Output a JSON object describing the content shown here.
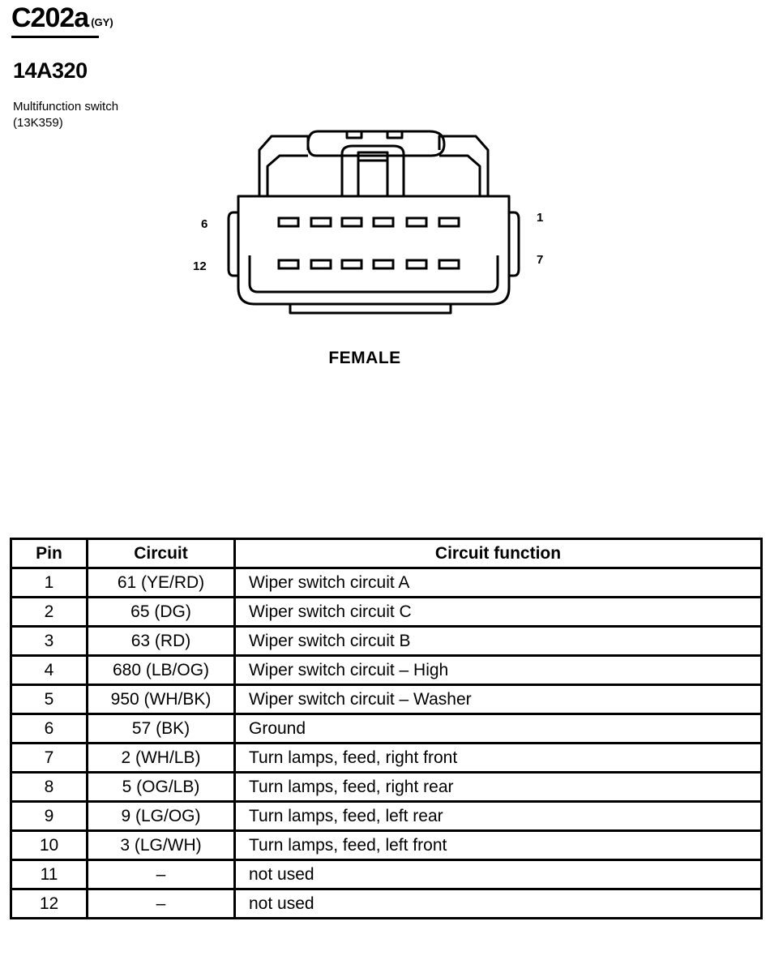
{
  "header": {
    "connector_id": "C202a",
    "color_code": "(GY)",
    "part_number": "14A320",
    "description_line1": "Multifunction switch",
    "description_line2": "(13K359)"
  },
  "connector_view": {
    "pin_labels": {
      "top_left": "6",
      "top_right": "1",
      "bottom_left": "12",
      "bottom_right": "7"
    },
    "gender": "FEMALE"
  },
  "table": {
    "headers": [
      "Pin",
      "Circuit",
      "Circuit function"
    ],
    "rows": [
      {
        "pin": "1",
        "circuit": "61 (YE/RD)",
        "function": "Wiper switch circuit A"
      },
      {
        "pin": "2",
        "circuit": "65 (DG)",
        "function": "Wiper switch circuit C"
      },
      {
        "pin": "3",
        "circuit": "63 (RD)",
        "function": "Wiper switch circuit B"
      },
      {
        "pin": "4",
        "circuit": "680 (LB/OG)",
        "function": "Wiper switch circuit – High"
      },
      {
        "pin": "5",
        "circuit": "950 (WH/BK)",
        "function": "Wiper switch circuit – Washer"
      },
      {
        "pin": "6",
        "circuit": "57 (BK)",
        "function": "Ground"
      },
      {
        "pin": "7",
        "circuit": "2 (WH/LB)",
        "function": "Turn lamps, feed, right front"
      },
      {
        "pin": "8",
        "circuit": "5 (OG/LB)",
        "function": "Turn lamps, feed, right rear"
      },
      {
        "pin": "9",
        "circuit": "9 (LG/OG)",
        "function": "Turn lamps, feed, left rear"
      },
      {
        "pin": "10",
        "circuit": "3 (LG/WH)",
        "function": "Turn lamps, feed, left front"
      },
      {
        "pin": "11",
        "circuit": "–",
        "function": "not used"
      },
      {
        "pin": "12",
        "circuit": "–",
        "function": "not used"
      }
    ]
  }
}
